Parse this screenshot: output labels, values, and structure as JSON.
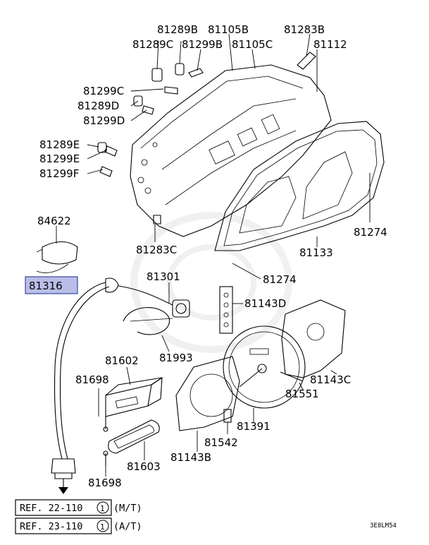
{
  "labels": {
    "p81289B": "81289B",
    "p81105B": "81105B",
    "p81283B": "81283B",
    "p81289C": "81289C",
    "p81299B": "81299B",
    "p81105C": "81105C",
    "p81112": "81112",
    "p81299C": "81299C",
    "p81289D": "81289D",
    "p81299D": "81299D",
    "p81289E": "81289E",
    "p81299E": "81299E",
    "p81299F": "81299F",
    "p84622": "84622",
    "p81283C": "81283C",
    "p81133": "81133",
    "p81274a": "81274",
    "p81274b": "81274",
    "p81316": "81316",
    "p81301": "81301",
    "p81143D": "81143D",
    "p81993": "81993",
    "p81602": "81602",
    "p81698a": "81698",
    "p81143C": "81143C",
    "p81551": "81551",
    "p81391": "81391",
    "p81542": "81542",
    "p81603": "81603",
    "p81143B": "81143B",
    "p81698b": "81698"
  },
  "references": [
    {
      "text": "REF. 22-110",
      "circle": "1",
      "suffix": "(M/T)"
    },
    {
      "text": "REF. 23-110",
      "circle": "1",
      "suffix": "(A/T)"
    }
  ],
  "diagram_code": "3E8LM54",
  "highlight_color": "#b9bde8"
}
